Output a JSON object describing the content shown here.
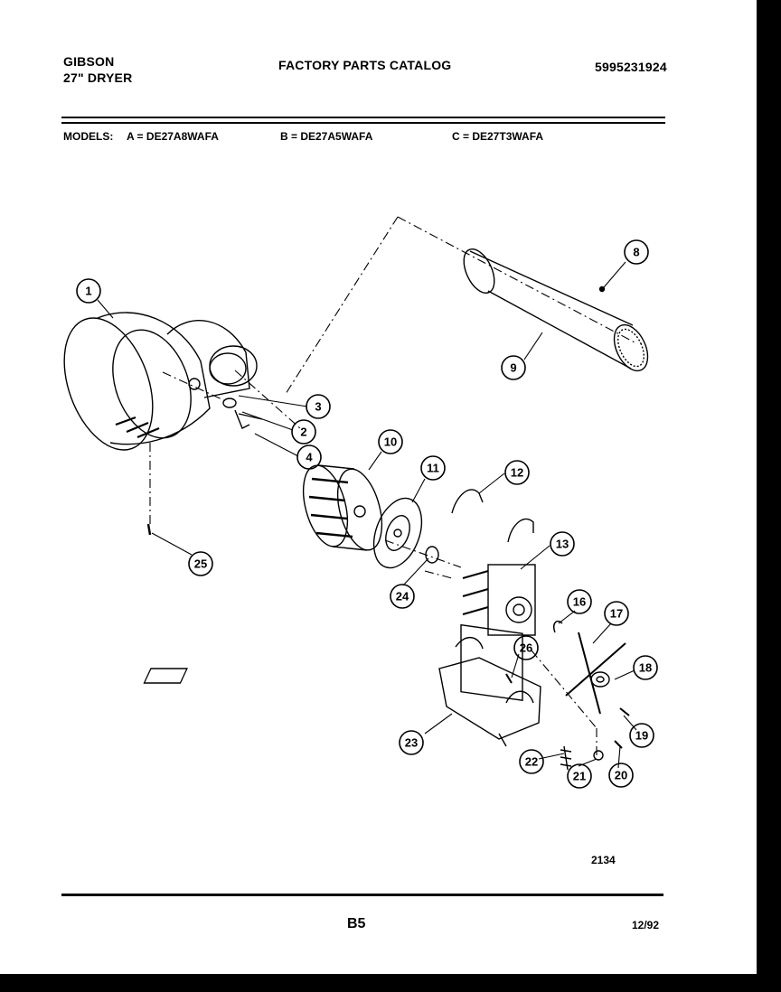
{
  "header": {
    "brand": "GIBSON",
    "product": "27\" DRYER",
    "catalog_title": "FACTORY PARTS CATALOG",
    "catalog_number": "5995231924"
  },
  "models": {
    "label": "MODELS:",
    "a": "A = DE27A8WAFA",
    "b": "B = DE27A5WAFA",
    "c": "C = DE27T3WAFA"
  },
  "diagram": {
    "callouts": [
      "1",
      "2",
      "3",
      "4",
      "8",
      "9",
      "10",
      "11",
      "12",
      "13",
      "16",
      "17",
      "18",
      "19",
      "20",
      "21",
      "22",
      "23",
      "24",
      "25",
      "26"
    ],
    "drawing_number": "2134"
  },
  "footer": {
    "page_code": "B5",
    "date": "12/92"
  }
}
